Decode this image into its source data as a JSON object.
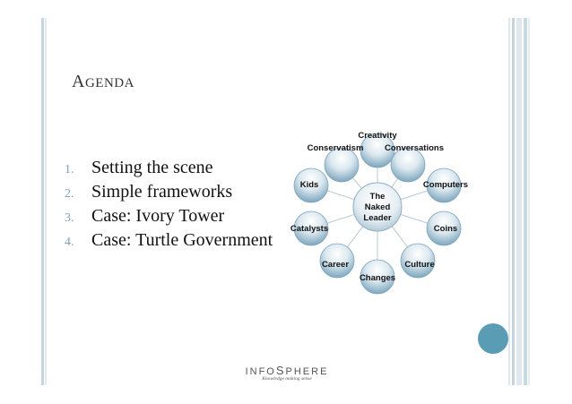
{
  "slide": {
    "title_first": "A",
    "title_rest": "GENDA",
    "agenda_items": [
      {
        "number": "1.",
        "text": "Setting the scene"
      },
      {
        "number": "2.",
        "text": "Simple frameworks"
      },
      {
        "number": "3.",
        "text": "Case: Ivory Tower"
      },
      {
        "number": "4.",
        "text": "Case: Turtle Government"
      }
    ]
  },
  "diagram": {
    "center": [
      "The",
      "Naked",
      "Leader"
    ],
    "nodes": [
      "Creativity",
      "Conversations",
      "Computers",
      "Coins",
      "Culture",
      "Changes",
      "Career",
      "Catalysts",
      "Kids",
      "Conservatism"
    ]
  },
  "footer": {
    "logo_part1": "INFO",
    "logo_caps": "S",
    "logo_part2": "PHERE",
    "logo_tagline": "Knowledge making sense"
  },
  "colors": {
    "accent": "#5b9cb5",
    "stripe_light": "#dde7ec",
    "stripe_dark": "#b9ccd6",
    "node_blue": "#7aa6bf"
  }
}
